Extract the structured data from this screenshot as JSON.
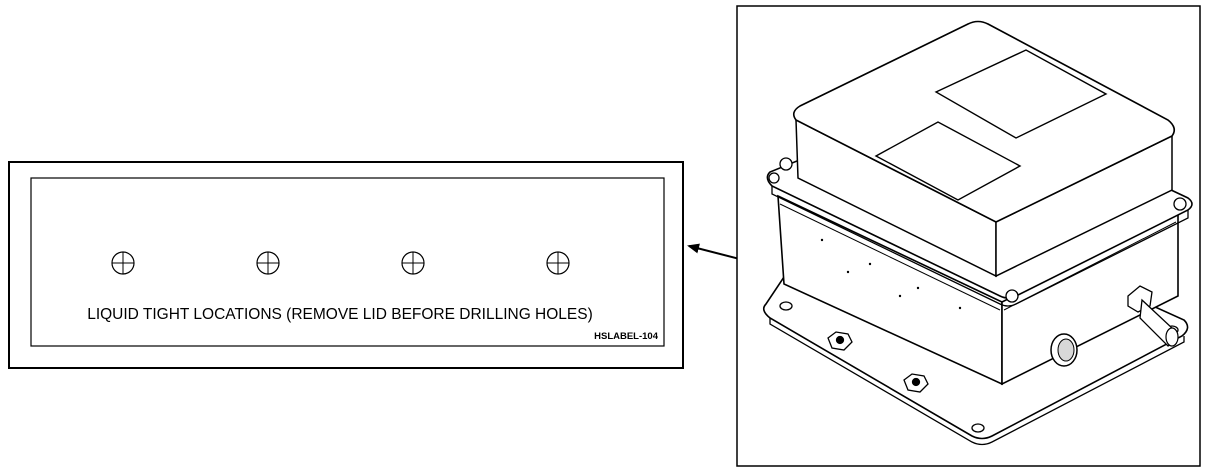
{
  "label": {
    "instruction": "LIQUID TIGHT LOCATIONS (REMOVE LID BEFORE DRILLING HOLES)",
    "part_number": "HSLABEL-104",
    "hole_markers": [
      {
        "name": "hole-marker-1"
      },
      {
        "name": "hole-marker-2"
      },
      {
        "name": "hole-marker-3"
      },
      {
        "name": "hole-marker-4"
      }
    ]
  },
  "colors": {
    "line": "#000000",
    "background": "#ffffff",
    "shade": "#d8d8d8"
  }
}
